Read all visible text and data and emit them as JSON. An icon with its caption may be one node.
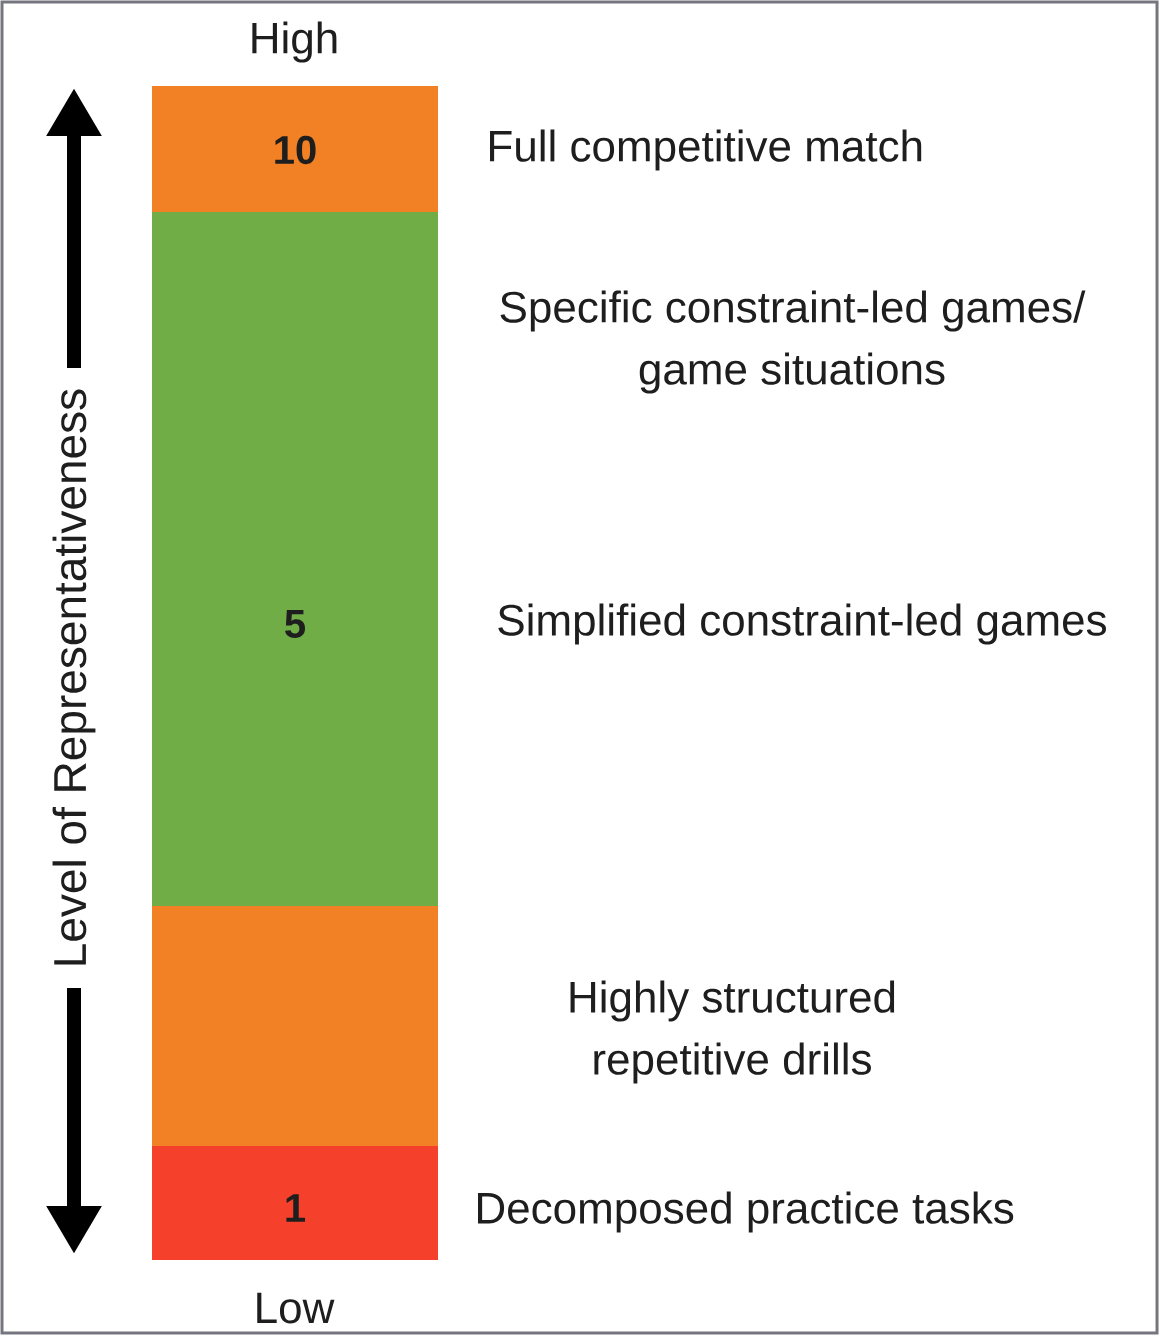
{
  "diagram": {
    "nodes": [
      {
        "text": [
          "10"
        ],
        "beside": [
          "Full competitive match"
        ]
      },
      {
        "text": [
          "5"
        ],
        "beside": [
          "Specific constraint-led games/ game situations",
          "Simplified constraint-led games"
        ]
      },
      {
        "text": [],
        "shape": "box",
        "beside": [
          "Highly structured repetitive drills"
        ]
      },
      {
        "text": [
          "1"
        ],
        "beside": [
          "Decomposed practice tasks"
        ]
      }
    ],
    "labels": [
      "High",
      "Level of Representativeness",
      "Low"
    ]
  }
}
